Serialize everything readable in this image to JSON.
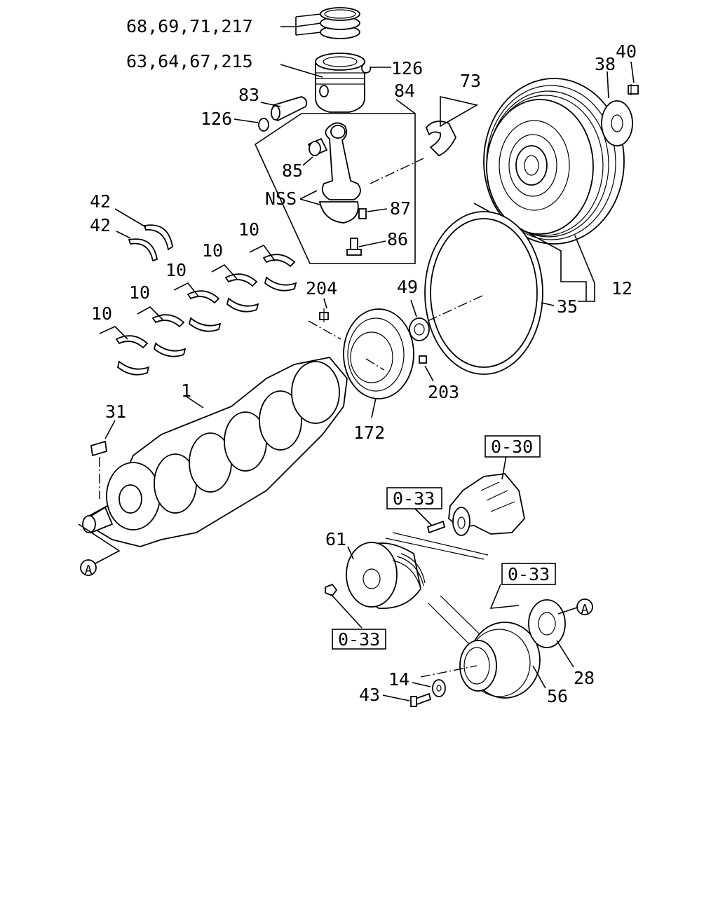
{
  "labels": {
    "rings": "68,69,71,217",
    "piston": "63,64,67,215",
    "snap_ring_right": "126",
    "piston_pin": "83",
    "snap_ring_left": "126",
    "conrod_kit": "84",
    "conrod_bush": "85",
    "conrod": "NSS",
    "conrod_nut": "87",
    "conrod_bolt": "86",
    "rod_bearing": "73",
    "flywheel_plate": "38",
    "flywheel_bolt": "40",
    "flywheel_assy": "12",
    "ring_gear": "35",
    "pilot_bearing": "49",
    "flywheel_bolt_204": "204",
    "crank_gear": "172",
    "dowel_pin": "203",
    "thrust_washer_upper": "42",
    "thrust_washer_lower": "42",
    "main_bearing_1": "10",
    "main_bearing_2": "10",
    "main_bearing_3": "10",
    "main_bearing_4": "10",
    "main_bearing_5": "10",
    "crankshaft": "1",
    "key": "31",
    "ref_a_left": "A",
    "ref_a_right": "A",
    "water_pump_ref": "0-30",
    "belt_ref_1": "0-33",
    "belt_ref_2": "0-33",
    "belt_ref_3": "0-33",
    "fan_pulley": "61",
    "timing_gear": "28",
    "crank_pulley": "56",
    "washer": "14",
    "pulley_bolt": "43"
  }
}
